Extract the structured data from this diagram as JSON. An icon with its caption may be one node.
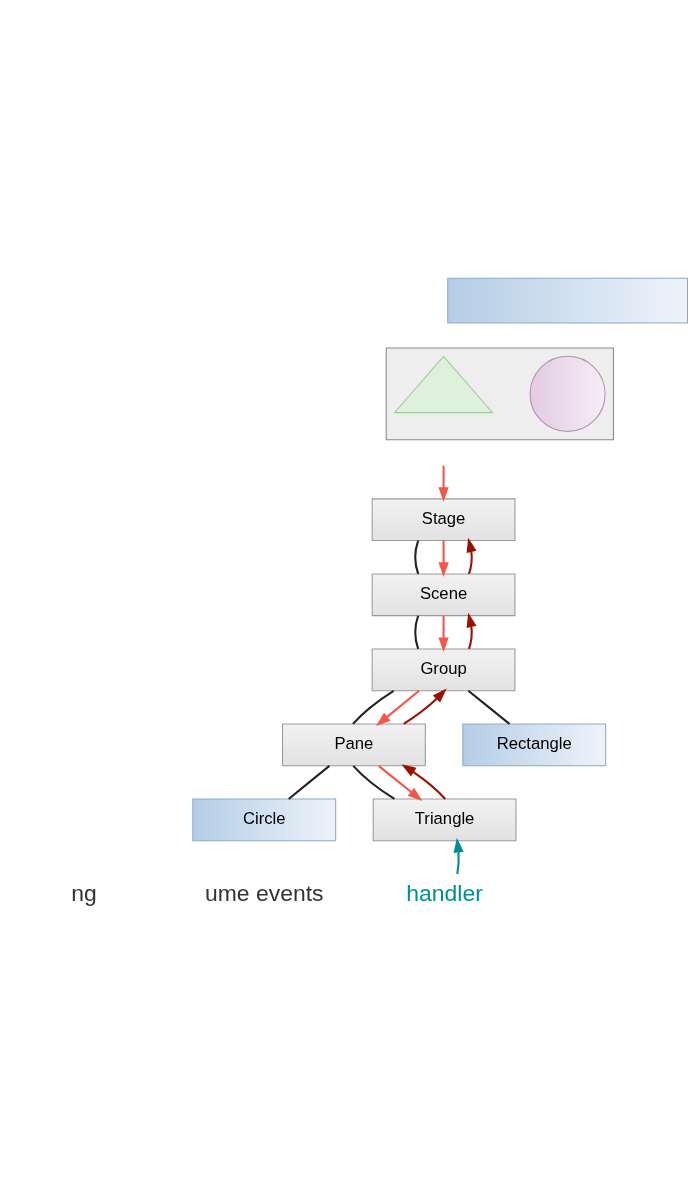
{
  "diagram": {
    "nodes": [
      {
        "text": [],
        "shape": "bar"
      },
      {
        "text": [],
        "shape": "box"
      },
      {
        "text": [],
        "shape": "circle",
        "in": 1
      },
      {
        "text": [],
        "shape": "triangle",
        "in": 1
      },
      {
        "text": [
          "Stage"
        ]
      },
      {
        "text": [
          "Scene"
        ]
      },
      {
        "text": [
          "Group"
        ]
      },
      {
        "text": [
          "Pane"
        ]
      },
      {
        "text": [
          "Rectangle"
        ]
      },
      {
        "text": [
          "Circle"
        ]
      },
      {
        "text": [
          "Triangle"
        ]
      },
      {
        "text": [
          "handler"
        ]
      }
    ],
    "edges": [
      {
        "from": 4,
        "to": 5,
        "arrow": "none"
      },
      {
        "from": 5,
        "to": 6,
        "arrow": "none"
      },
      {
        "from": 6,
        "to": 7,
        "arrow": "none"
      },
      {
        "from": 6,
        "to": 8,
        "arrow": "none"
      },
      {
        "from": 7,
        "to": 9,
        "arrow": "none"
      },
      {
        "from": 7,
        "to": 10,
        "arrow": "none"
      },
      {
        "from": null,
        "to": 4,
        "arrow": "to",
        "color": "#f5564a"
      },
      {
        "from": 4,
        "to": 5,
        "arrow": "to",
        "color": "#f5564a"
      },
      {
        "from": 5,
        "to": 6,
        "arrow": "to",
        "color": "#f5564a"
      },
      {
        "from": 6,
        "to": 7,
        "arrow": "to",
        "color": "#f5564a"
      },
      {
        "from": 7,
        "to": 10,
        "arrow": "to",
        "color": "#f5564a"
      },
      {
        "from": 10,
        "to": 7,
        "arrow": "to",
        "color": "#9b1200"
      },
      {
        "from": 7,
        "to": 6,
        "arrow": "to",
        "color": "#9b1200"
      },
      {
        "from": 6,
        "to": 5,
        "arrow": "to",
        "color": "#9b1200"
      },
      {
        "from": 5,
        "to": 4,
        "arrow": "to",
        "color": "#9b1200"
      },
      {
        "from": 11,
        "to": 10,
        "arrow": "to",
        "color": "#008f8f"
      }
    ],
    "labels": [
      "ng",
      "ume events"
    ]
  }
}
